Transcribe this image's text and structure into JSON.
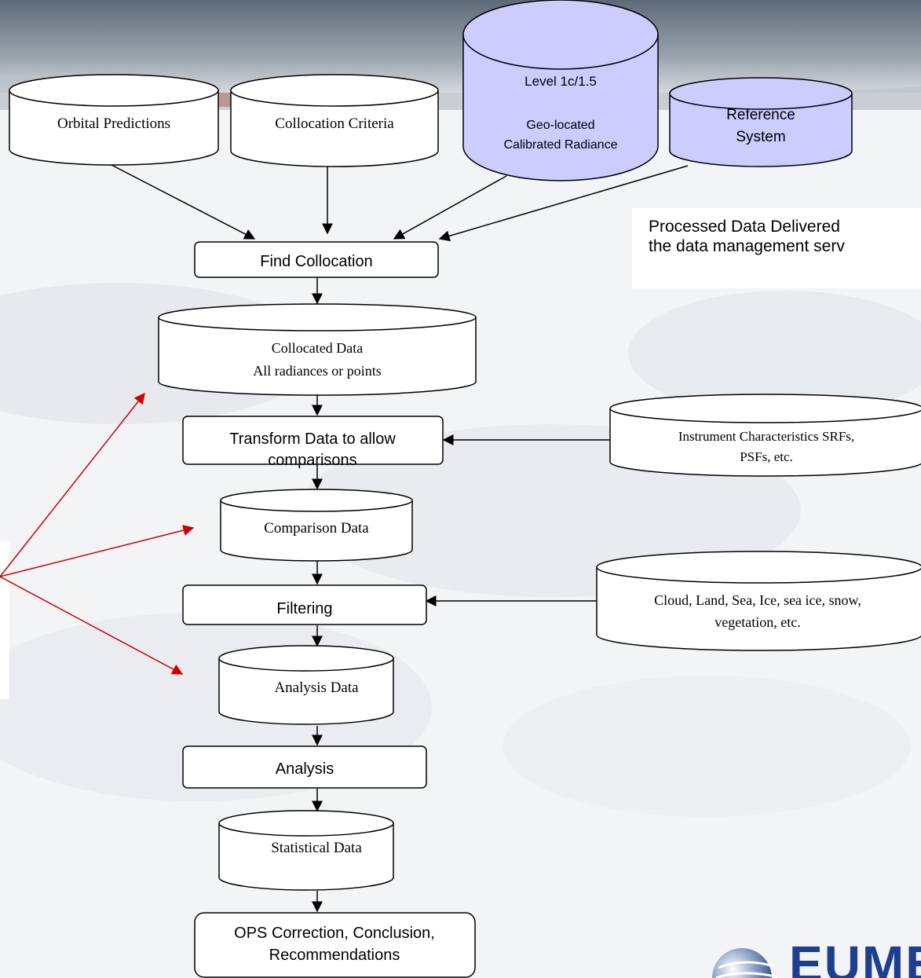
{
  "inputs": {
    "orbital_predictions": "Orbital Predictions",
    "collocation_criteria": "Collocation Criteria",
    "level_title": "Level 1c/1.5",
    "level_line1": "Geo-located",
    "level_line2": "Calibrated Radiance",
    "reference_line1": "Reference",
    "reference_line2": "System"
  },
  "note": {
    "line1": "Processed Data Delivered",
    "line2": "the data management serv"
  },
  "steps": {
    "find_collocation": "Find Collocation",
    "collocated_line1": "Collocated Data",
    "collocated_line2": "All radiances or points",
    "transform_line1": "Transform Data to allow",
    "transform_line2": "comparisons",
    "comparison_data": "Comparison Data",
    "filtering": "Filtering",
    "analysis_data": "Analysis Data",
    "analysis": "Analysis",
    "statistical_data": "Statistical Data",
    "ops_line1": "OPS Correction, Conclusion,",
    "ops_line2": "Recommendations"
  },
  "side_stores": {
    "instrument_line1": "Instrument Characteristics SRFs,",
    "instrument_line2": "PSFs, etc.",
    "cloud_line1": "Cloud, Land, Sea, Ice, sea ice, snow,",
    "cloud_line2": "vegetation, etc."
  },
  "logo": {
    "text": "EUMET"
  },
  "colors": {
    "highlight_fill": "#ccccff",
    "red_arrow": "#cc0000",
    "logo_blue": "#1e3f8f"
  }
}
